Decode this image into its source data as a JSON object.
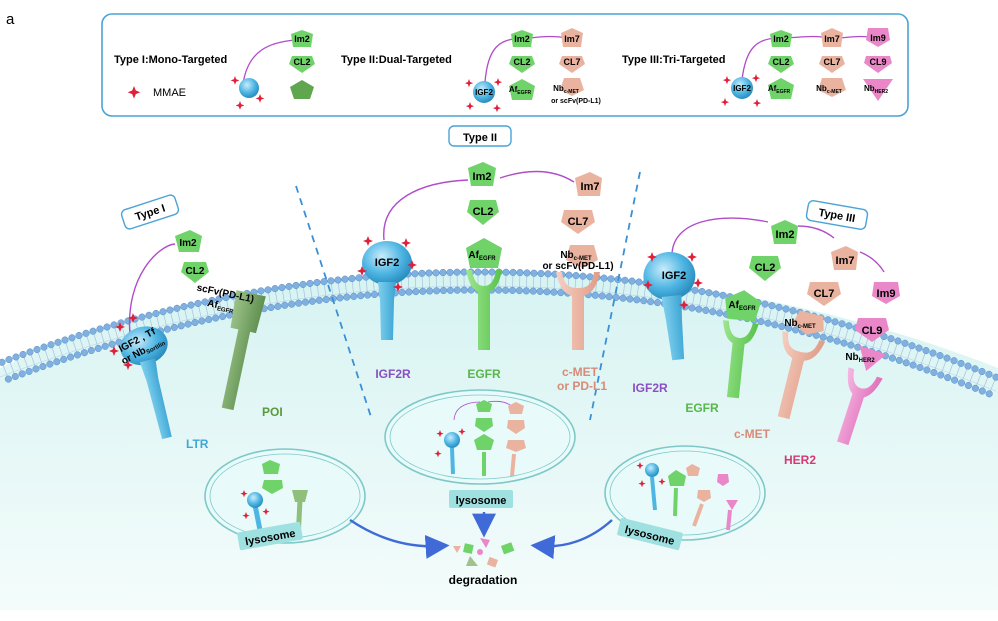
{
  "panel_letter": "a",
  "legend": {
    "type1_label": "Type I:Mono-Targeted",
    "type2_label": "Type II:Dual-Targeted",
    "type3_label": "Type III:Tri-Targeted",
    "mmae_label": "MMAE",
    "im2": "Im2",
    "cl2": "CL2",
    "im7": "Im7",
    "cl7": "CL7",
    "im9": "Im9",
    "cl9": "CL9",
    "igf2": "IGF2",
    "af_main": "Af",
    "af_sub": "EGFR",
    "nb_main": "Nb",
    "nb_cmet_sub": "c-MET",
    "nb_her2_sub": "HER2",
    "scfv_alt": "or scFv(PD-L1)"
  },
  "type1": {
    "tag": "Type I",
    "ligand_line1": "IGF2 , Tf",
    "ligand_line2_main": "or Nb",
    "ligand_line2_sub": "Sortilin",
    "scfv_line": "scFv(PD-L1)",
    "af_main": "Af",
    "af_sub": "EGFR",
    "ltr": "LTR",
    "poi": "POI",
    "lysosome": "lysosome"
  },
  "type2": {
    "tag": "Type II",
    "igf2": "IGF2",
    "af_main": "Af",
    "af_sub": "EGFR",
    "nb_main": "Nb",
    "nb_sub": "c-MET",
    "scfv_alt": "or scFv(PD-L1)",
    "igf2r": "IGF2R",
    "egfr": "EGFR",
    "cmet_line1": "c-MET",
    "cmet_line2": "or PD-L1",
    "lysosome": "lysosome"
  },
  "type3": {
    "tag": "Type III",
    "igf2": "IGF2",
    "af_main": "Af",
    "af_sub": "EGFR",
    "nb_cmet_main": "Nb",
    "nb_cmet_sub": "c-MET",
    "nb_her2_main": "Nb",
    "nb_her2_sub": "HER2",
    "igf2r": "IGF2R",
    "egfr": "EGFR",
    "cmet": "c-MET",
    "her2": "HER2",
    "lysosome": "lysosome"
  },
  "degradation": "degradation",
  "colors": {
    "blue_ligand": "#4fb6e3",
    "green_af": "#6fd36a",
    "salmon": "#e9b3a0",
    "pink": "#e987c8",
    "purple_label": "#8a4fc3",
    "green_label": "#57b84a",
    "salmon_label": "#d98a78",
    "her2_label": "#d63a74",
    "ltr_label": "#3ea8d8",
    "poi_label": "#5a9a3a",
    "mmae": "#e0203a",
    "arrow": "#3f6ad8"
  }
}
